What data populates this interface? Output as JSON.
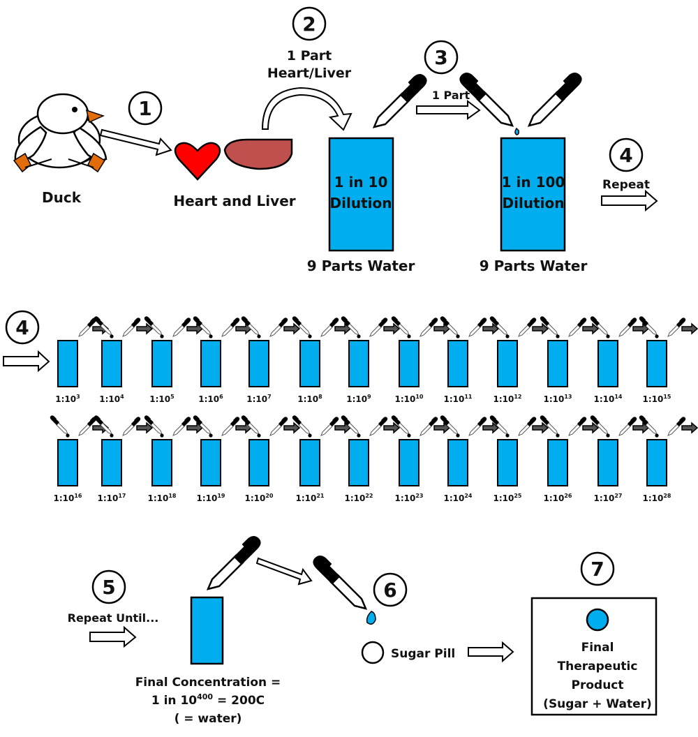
{
  "colors": {
    "water": "#00AEEF",
    "heart": "#FF0000",
    "liver": "#C0504D",
    "beak": "#E36C0A",
    "outline": "#000000"
  },
  "step1": {
    "number": "1",
    "duck_label": "Duck",
    "organs_label": "Heart and Liver"
  },
  "step2": {
    "number": "2",
    "label_line1": "1 Part",
    "label_line2": "Heart/Liver",
    "beaker_line1": "1 in 10",
    "beaker_line2": "Dilution",
    "water_label": "9 Parts Water"
  },
  "step3": {
    "number": "3",
    "arrow_label": "1 Part",
    "beaker_line1": "1 in 100",
    "beaker_line2": "Dilution",
    "water_label": "9 Parts Water"
  },
  "step4": {
    "number": "4",
    "label": "Repeat"
  },
  "serial": {
    "row1": [
      {
        "base": "1:10",
        "exp": "3"
      },
      {
        "base": "1:10",
        "exp": "4"
      },
      {
        "base": "1:10",
        "exp": "5"
      },
      {
        "base": "1:10",
        "exp": "6"
      },
      {
        "base": "1:10",
        "exp": "7"
      },
      {
        "base": "1:10",
        "exp": "8"
      },
      {
        "base": "1:10",
        "exp": "9"
      },
      {
        "base": "1:10",
        "exp": "10"
      },
      {
        "base": "1:10",
        "exp": "11"
      },
      {
        "base": "1:10",
        "exp": "12"
      },
      {
        "base": "1:10",
        "exp": "13"
      },
      {
        "base": "1:10",
        "exp": "14"
      },
      {
        "base": "1:10",
        "exp": "15"
      }
    ],
    "row2": [
      {
        "base": "1:10",
        "exp": "16"
      },
      {
        "base": "1:10",
        "exp": "17"
      },
      {
        "base": "1:10",
        "exp": "18"
      },
      {
        "base": "1:10",
        "exp": "19"
      },
      {
        "base": "1:10",
        "exp": "20"
      },
      {
        "base": "1:10",
        "exp": "21"
      },
      {
        "base": "1:10",
        "exp": "22"
      },
      {
        "base": "1:10",
        "exp": "23"
      },
      {
        "base": "1:10",
        "exp": "24"
      },
      {
        "base": "1:10",
        "exp": "25"
      },
      {
        "base": "1:10",
        "exp": "26"
      },
      {
        "base": "1:10",
        "exp": "27"
      },
      {
        "base": "1:10",
        "exp": "28"
      }
    ]
  },
  "step5": {
    "number": "5",
    "label": "Repeat Until...",
    "final_line1": "Final Concentration =",
    "final_line2_pre": "1 in 10",
    "final_line2_exp": "400",
    "final_line2_post": " = 200C",
    "final_line3": "( = water)"
  },
  "step6": {
    "number": "6",
    "pill_label": "Sugar Pill"
  },
  "step7": {
    "number": "7",
    "line1": "Final",
    "line2": "Therapeutic",
    "line3": "Product",
    "line4": "(Sugar + Water)"
  }
}
